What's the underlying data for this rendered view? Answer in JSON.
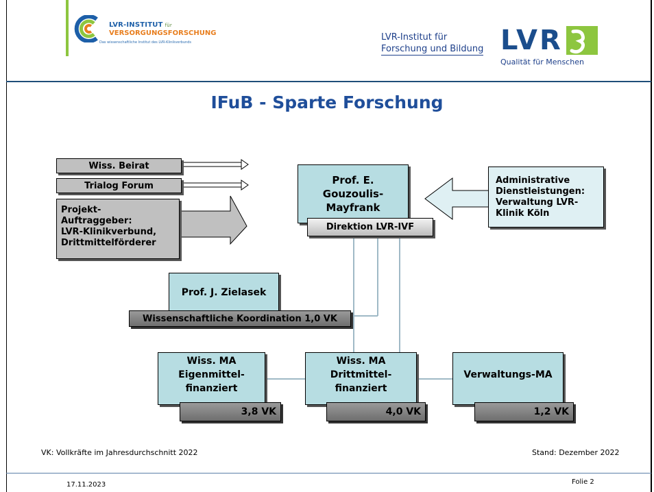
{
  "header": {
    "institute_line1": "LVR-INSTITUT",
    "institute_line1_small": "für",
    "institute_line2": "VERSORGUNGSFORSCHUNG",
    "institute_tagline": "Das wissenschaftliche Institut des LVR-Klinikverbunds",
    "lvr_text_line1": "LVR-Institut für",
    "lvr_text_line2": "Forschung und Bildung",
    "lvr_logo_word": "LVR",
    "lvr_logo_sub": "Qualität für Menschen"
  },
  "title": "IFuB  - Sparte Forschung",
  "diagram": {
    "left_boxes": {
      "beirat": "Wiss. Beirat",
      "trialog": "Trialog Forum",
      "projekt": "Projekt-\nAuftraggeber:\nLVR-Klinikverbund,\nDrittmittelförderer"
    },
    "head": {
      "name": "Prof. E.\nGouzoulis-\nMayfrank",
      "role": "Direktion LVR-IVF"
    },
    "admin": "Administrative\nDienstleistungen:\nVerwaltung LVR-\nKlinik Köln",
    "coordinator": {
      "name": "Prof. J. Zielasek",
      "role": "Wissenschaftliche Koordination 1,0 VK"
    },
    "units": [
      {
        "title": "Wiss. MA\nEigenmittel-\nfinanziert",
        "vk": "3,8 VK"
      },
      {
        "title": "Wiss. MA\nDrittmittel-\nfinanziert",
        "vk": "4,0 VK"
      },
      {
        "title": "Verwaltungs-MA",
        "vk": "1,2 VK"
      }
    ]
  },
  "footer": {
    "note": "VK: Vollkräfte im Jahresdurchschnitt 2022",
    "stand": "Stand: Dezember 2022",
    "date": "17.11.2023",
    "slide": "Folie 2"
  },
  "colors": {
    "title_blue": "#1f4e9a",
    "box_teal": "#b7dde2",
    "box_grey": "#c0c0c0",
    "logo_green": "#8dc63f"
  }
}
